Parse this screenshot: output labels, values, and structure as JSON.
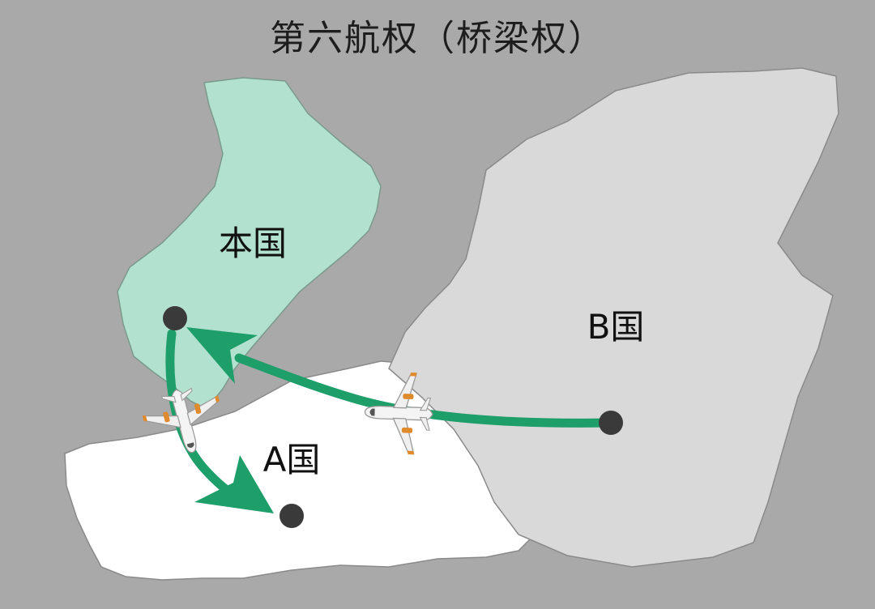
{
  "title": "第六航权（桥梁权）",
  "regions": {
    "home": {
      "label": "本国",
      "color": "#b3e1d0"
    },
    "country_a": {
      "label": "A国",
      "color": "#ffffff"
    },
    "country_b": {
      "label": "B国",
      "color": "#d9d9d9"
    }
  },
  "colors": {
    "background": "#a9a9a9",
    "route": "#1e9e69",
    "city_dot": "#3a3a3a",
    "border": "#8a8a8a"
  },
  "icons": [
    "airplane-icon",
    "airplane-icon"
  ]
}
